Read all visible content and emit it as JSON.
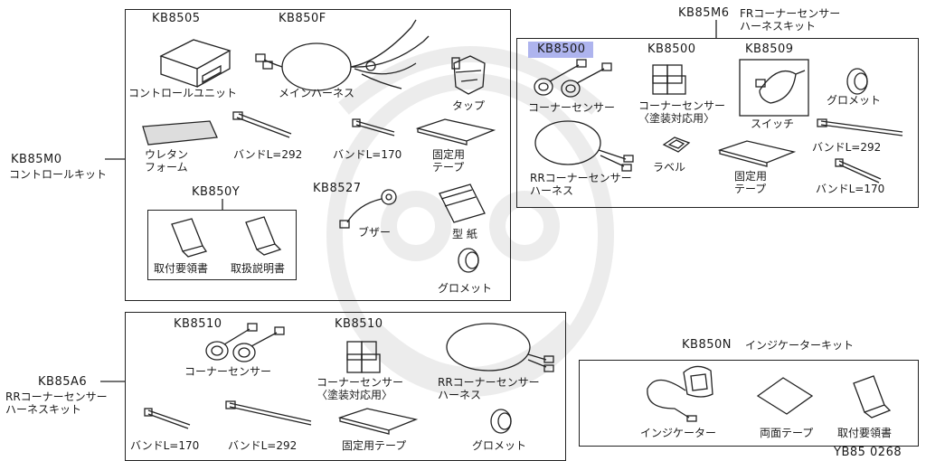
{
  "groups": {
    "control_kit": {
      "code": "KB85M0",
      "name": "コントロールキット"
    },
    "rr_harness_kit": {
      "code": "KB85A6",
      "name": "RRコーナーセンサー\nハーネスキット"
    },
    "fr_harness_kit": {
      "code": "KB85M6",
      "name": "FRコーナーセンサー\nハーネスキット"
    },
    "indicator_kit": {
      "code": "KB850N",
      "name": "インジケーターキット"
    }
  },
  "control_kit_parts": {
    "control_unit": {
      "code": "KB8505",
      "name": "コントロールユニット"
    },
    "main_harness": {
      "code": "KB850F",
      "name": "メインハーネス"
    },
    "tap": {
      "name": "タップ"
    },
    "urethane_foam": {
      "name": "ウレタン\nフォーム"
    },
    "band_292": {
      "name": "バンドL=292"
    },
    "band_170": {
      "name": "バンドL=170"
    },
    "fixing_tape": {
      "name": "固定用\nテープ"
    },
    "docs_set": {
      "code": "KB850Y"
    },
    "install_guide": {
      "name": "取付要領書"
    },
    "manual": {
      "name": "取扱説明書"
    },
    "buzzer": {
      "code": "KB8527",
      "name": "ブザー"
    },
    "template": {
      "name": "型 紙"
    },
    "grommet": {
      "name": "グロメット"
    }
  },
  "fr_kit_parts": {
    "corner_sensor": {
      "code": "KB8500",
      "name": "コーナーセンサー"
    },
    "corner_sensor_paint": {
      "code": "KB8500",
      "name": "コーナーセンサー\n〈塗装対応用〉"
    },
    "switch": {
      "code": "KB8509",
      "name": "スイッチ"
    },
    "grommet": {
      "name": "グロメット"
    },
    "rr_harness": {
      "name": "RRコーナーセンサー\nハーネス"
    },
    "label": {
      "name": "ラベル"
    },
    "fixing_tape": {
      "name": "固定用\nテープ"
    },
    "band_292": {
      "name": "バンドL=292"
    },
    "band_170": {
      "name": "バンドL=170"
    }
  },
  "rr_kit_parts": {
    "corner_sensor": {
      "code": "KB8510",
      "name": "コーナーセンサー"
    },
    "corner_sensor_paint": {
      "code": "KB8510",
      "name": "コーナーセンサー\n〈塗装対応用〉"
    },
    "rr_harness": {
      "name": "RRコーナーセンサー\nハーネス"
    },
    "band_170": {
      "name": "バンドL=170"
    },
    "band_292": {
      "name": "バンドL=292"
    },
    "fixing_tape": {
      "name": "固定用テープ"
    },
    "grommet": {
      "name": "グロメット"
    }
  },
  "indicator_kit_parts": {
    "indicator": {
      "name": "インジケーター"
    },
    "double_tape": {
      "name": "両面テープ"
    },
    "install_guide": {
      "name": "取付要領書"
    }
  },
  "diagram_id": "YB85 0268"
}
